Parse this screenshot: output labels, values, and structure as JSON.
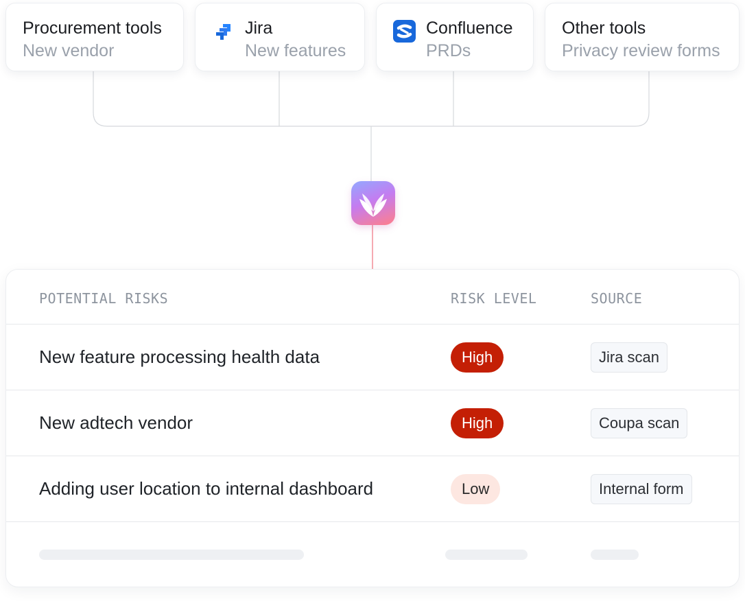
{
  "sources": [
    {
      "title": "Procurement tools",
      "subtitle": "New vendor",
      "icon": ""
    },
    {
      "title": "Jira",
      "subtitle": "New features",
      "icon": "jira-icon"
    },
    {
      "title": "Confluence",
      "subtitle": "PRDs",
      "icon": "confluence-icon"
    },
    {
      "title": "Other tools",
      "subtitle": "Privacy review forms",
      "icon": ""
    }
  ],
  "app": {
    "icon": "app-logo-icon"
  },
  "table": {
    "headers": {
      "risk": "POTENTIAL RISKS",
      "level": "RISK LEVEL",
      "source": "SOURCE"
    },
    "rows": [
      {
        "risk": "New feature processing health data",
        "level": "High",
        "source": "Jira scan"
      },
      {
        "risk": "New adtech vendor",
        "level": "High",
        "source": "Coupa scan"
      },
      {
        "risk": "Adding user location to internal dashboard",
        "level": "Low",
        "source": "Internal form"
      }
    ]
  },
  "colors": {
    "high_badge": "#c41f05",
    "low_badge": "#fde7e1",
    "connector_line": "#d5d8dc",
    "accent_line": "#f0727e"
  }
}
